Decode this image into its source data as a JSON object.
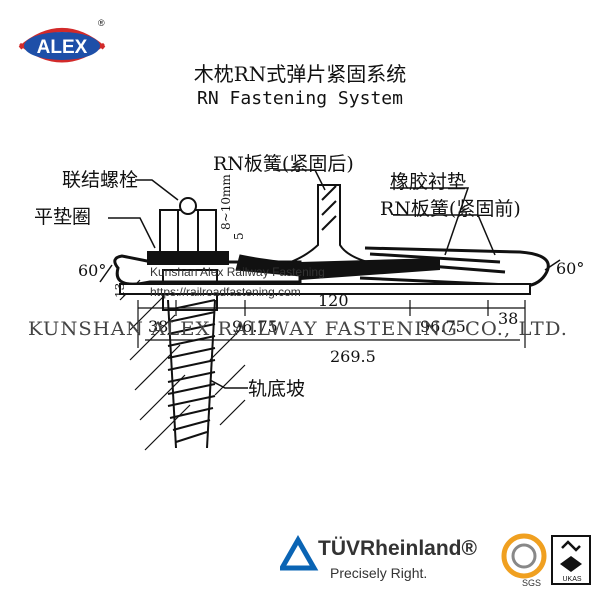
{
  "title_cn": "木枕RN式弹片紧固系统",
  "title_en": "RN Fastening System",
  "logo": {
    "text": "ALEX",
    "mark": "®"
  },
  "labels": {
    "bolt": "联结螺栓",
    "washer": "平垫圈",
    "rn_after": "RN板簧(紧固后)",
    "pad": "橡胶衬垫",
    "rn_before": "RN板簧(紧固前)",
    "rail_slope": "轨底坡"
  },
  "dimensions": {
    "gap": "8~10mm",
    "small": "5",
    "angle_left": "60°",
    "angle_right": "60°",
    "d1": "38",
    "d2": "96.75",
    "d3": "120",
    "d4": "96.75",
    "d5": "38",
    "total": "269.5",
    "edge": "13"
  },
  "watermark": {
    "line1": "Kunshan Alex Railway Fastening",
    "line2": "https://railroadfastening.com",
    "line3": "KUNSHAN ALEX RAILWAY FASTENING CO., LTD."
  },
  "footer": {
    "tuv_name": "TÜVRheinland®",
    "tuv_tagline": "Precisely Right.",
    "sgs": "SGS",
    "ukas": "UKAS"
  },
  "colors": {
    "ink": "#111111",
    "logo_blue": "#1e4fa8",
    "logo_red": "#d22a2a",
    "tuv_blue": "#0a64b4"
  }
}
